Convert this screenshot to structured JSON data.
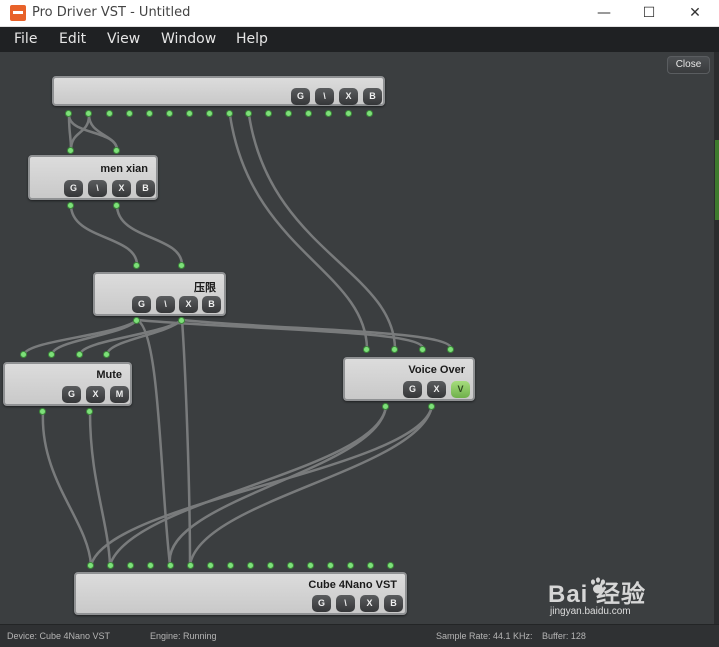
{
  "titlebar": {
    "title": "Pro Driver VST - Untitled",
    "minimize": "—",
    "maximize": "☐",
    "close": "✕"
  },
  "menu": {
    "items": [
      "File",
      "Edit",
      "View",
      "Window",
      "Help"
    ]
  },
  "canvas": {
    "close_label": "Close"
  },
  "nodes": {
    "top": {
      "title": "",
      "buttons": [
        "G",
        "\\",
        "X",
        "B"
      ]
    },
    "men_xian": {
      "title": "men xian",
      "buttons": [
        "G",
        "\\",
        "X",
        "B"
      ]
    },
    "yaxian": {
      "title": "压限",
      "buttons": [
        "G",
        "\\",
        "X",
        "B"
      ]
    },
    "mute": {
      "title": "Mute",
      "buttons": [
        "G",
        "X",
        "M"
      ]
    },
    "voice_over": {
      "title": "Voice Over",
      "buttons": [
        "G",
        "X",
        "V"
      ]
    },
    "cube": {
      "title": "Cube 4Nano VST",
      "buttons": [
        "G",
        "\\",
        "X",
        "B"
      ]
    }
  },
  "status": {
    "device": "Device: Cube 4Nano VST",
    "engine": "Engine: Running",
    "sample_rate": "Sample Rate: 44.1 KHz:",
    "buffer": "Buffer: 128"
  },
  "watermark": {
    "main": "Bai 经验",
    "sub": "jingyan.baidu.com"
  },
  "colors": {
    "port": "#7ee07a",
    "active_button": "#8cc860",
    "wire": "#7d7f80",
    "canvas": "#3b3e40"
  }
}
